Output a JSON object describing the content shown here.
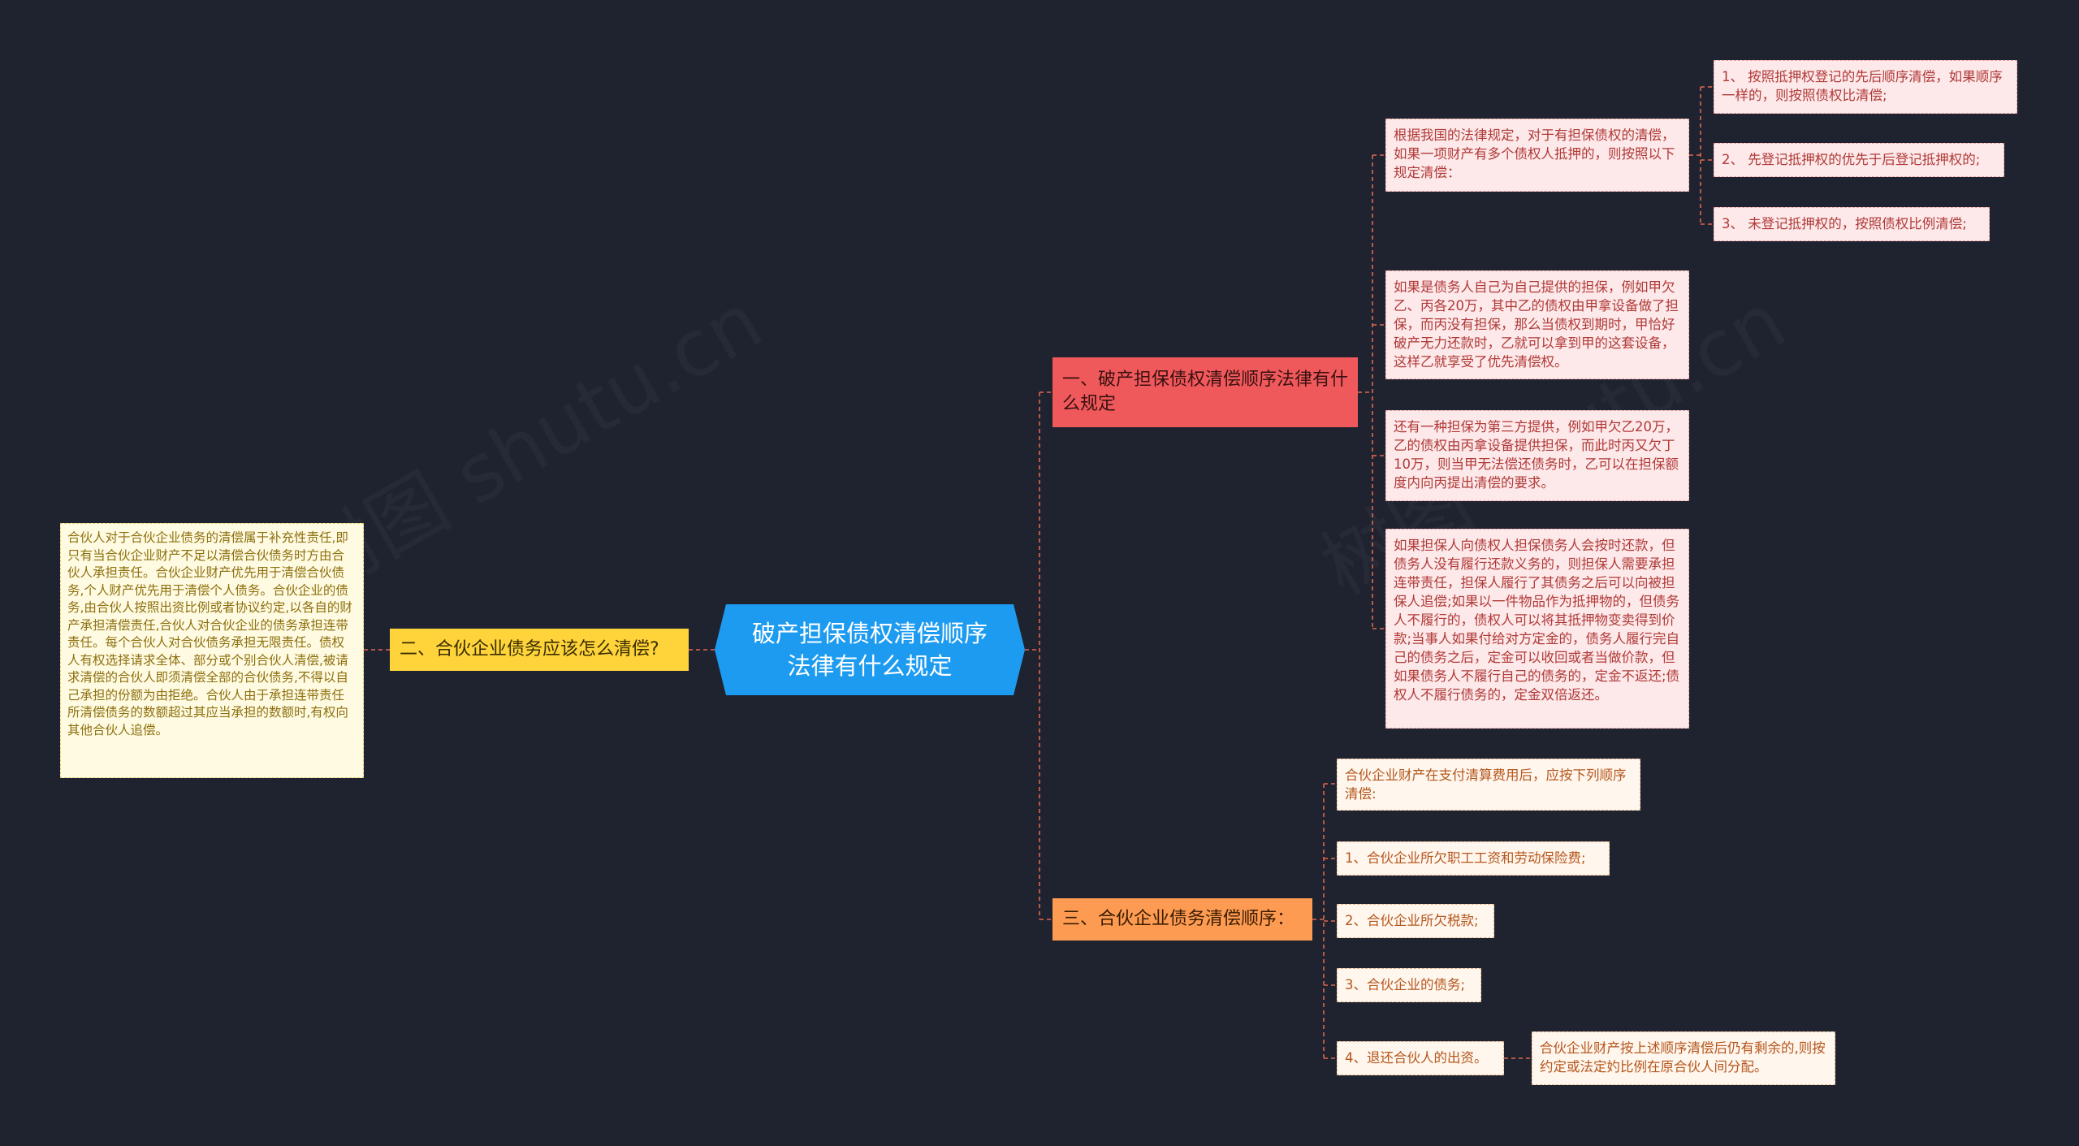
{
  "root": {
    "label": "破产担保债权清偿顺序法律有什么规定"
  },
  "branch_1": {
    "label": "一、破产担保债权清偿顺序法律有什么规定",
    "intro": "根据我国的法律规定，对于有担保债权的清偿，如果一项财产有多个债权人抵押的，则按照以下规定清偿：",
    "rules": [
      "1、 按照抵押权登记的先后顺序清偿，如果顺序一样的，则按照债权比清偿;",
      "2、 先登记抵押权的优先于后登记抵押权的;",
      "3、 未登记抵押权的，按照债权比例清偿;"
    ],
    "example_1": "如果是债务人自己为自己提供的担保，例如甲欠乙、丙各20万，其中乙的债权由甲拿设备做了担保，而丙没有担保，那么当债权到期时，甲恰好破产无力还款时，乙就可以拿到甲的这套设备，这样乙就享受了优先清偿权。",
    "example_2": "还有一种担保为第三方提供，例如甲欠乙20万，乙的债权由丙拿设备提供担保，而此时丙又欠丁10万，则当甲无法偿还债务时，乙可以在担保额度内向丙提出清偿的要求。",
    "example_3": "如果担保人向债权人担保债务人会按时还款，但债务人没有履行还款义务的，则担保人需要承担连带责任，担保人履行了其债务之后可以向被担保人追偿;如果以一件物品作为抵押物的，但债务人不履行的，债权人可以将其抵押物变卖得到价款;当事人如果付给对方定金的，债务人履行完自己的债务之后，定金可以收回或者当做价款，但如果债务人不履行自己的债务的，定金不返还;债权人不履行债务的，定金双倍返还。"
  },
  "branch_2": {
    "label": "二、合伙企业债务应该怎么清偿?",
    "detail": "合伙人对于合伙企业债务的清偿属于补充性责任,即只有当合伙企业财产不足以清偿合伙债务时方由合伙人承担责任。合伙企业财产优先用于清偿合伙债务,个人财产优先用于清偿个人债务。合伙企业的债务,由合伙人按照出资比例或者协议约定,以各自的财产承担清偿责任,合伙人对合伙企业的债务承担连带责任。每个合伙人对合伙债务承担无限责任。债权人有权选择请求全体、部分或个别合伙人清偿,被请求清偿的合伙人即须清偿全部的合伙债务,不得以自己承担的份额为由拒绝。合伙人由于承担连带责任所清偿债务的数额超过其应当承担的数额时,有权向其他合伙人追偿。"
  },
  "branch_3": {
    "label": "三、合伙企业债务清偿顺序：",
    "items": [
      "合伙企业财产在支付清算费用后，应按下列顺序清偿:",
      "1、合伙企业所欠职工工资和劳动保险费;",
      "2、合伙企业所欠税款;",
      "3、合伙企业的债务;",
      "4、退还合伙人的出资。"
    ],
    "remainder": "合伙企业财产按上述顺序清偿后仍有剩余的,则按约定或法定妁比例在原合伙人间分配。"
  },
  "watermark": "树图 shutu.cn",
  "colors": {
    "background": "#1f2330",
    "root": "#1d9bf0",
    "branch_red": "#f0595b",
    "branch_yellow": "#ffd43b",
    "branch_orange": "#fd9b52",
    "connector": "#e0664f"
  }
}
